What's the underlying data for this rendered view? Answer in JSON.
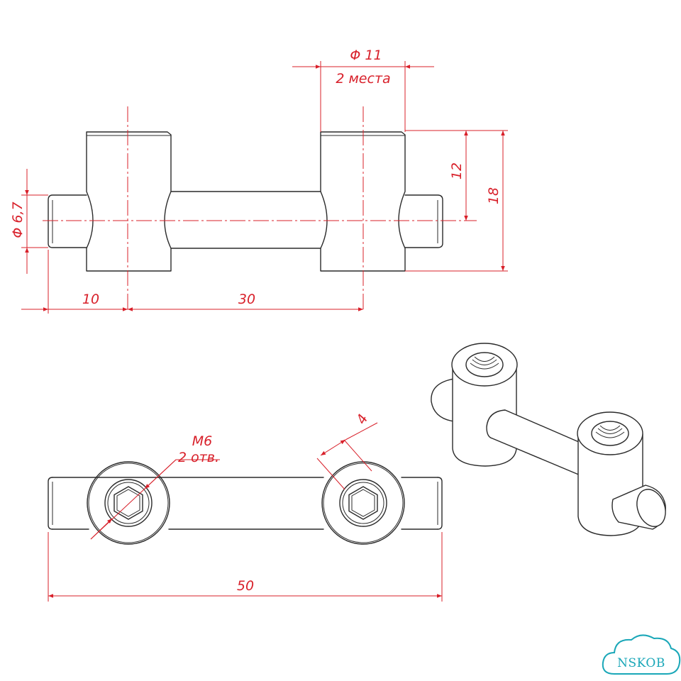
{
  "dimensions": {
    "hole_diameter": "Φ 11",
    "hole_count": "2 места",
    "height_12": "12",
    "height_18": "18",
    "rod_diameter": "Φ 6,7",
    "offset_10": "10",
    "spacing_30": "30",
    "thread": "M6",
    "thread_count": "2 отв.",
    "hex_size": "4",
    "total_length": "50"
  },
  "watermark": {
    "text": "NSKOB"
  },
  "colors": {
    "dimension": "#d8202a",
    "outline": "#2a2a2a",
    "watermark": "#1aa7b8"
  }
}
